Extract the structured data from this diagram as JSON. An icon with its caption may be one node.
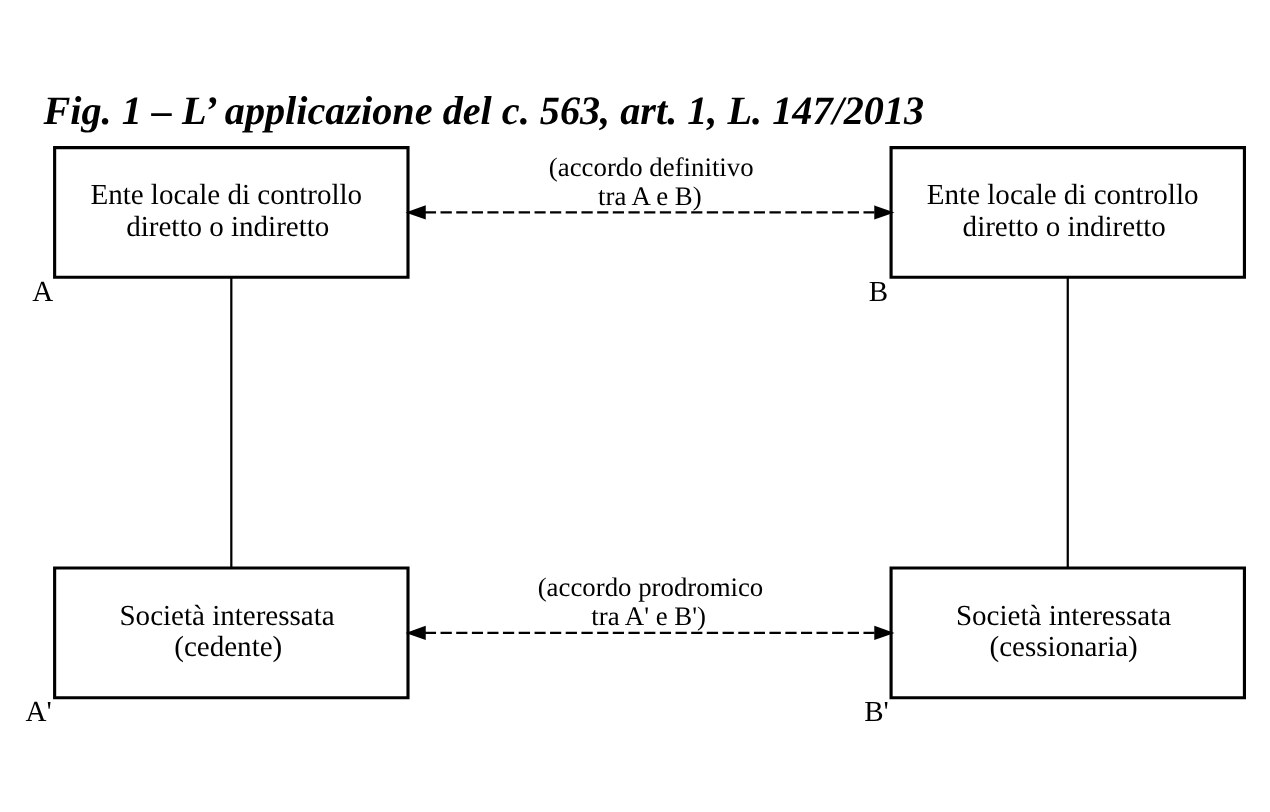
{
  "diagram": {
    "title": "Fig. 1 – L’ applicazione del c. 563, art. 1, L. 147/2013",
    "nodes": [
      {
        "text": [
          "Ente locale di controllo diretto o indiretto"
        ],
        "beside": [
          "A"
        ]
      },
      {
        "text": [
          "Ente locale di controllo diretto o indiretto"
        ],
        "beside": [
          "B"
        ]
      },
      {
        "text": [
          "Società interessata (cedente)"
        ],
        "beside": [
          "A'"
        ]
      },
      {
        "text": [
          "Società interessata (cessionaria)"
        ],
        "beside": [
          "B'"
        ]
      }
    ],
    "edges": [
      {
        "from": 0,
        "to": 1,
        "arrow": "both",
        "style": "dashed",
        "label": "(accordo definitivo tra A e B)"
      },
      {
        "from": 0,
        "to": 2,
        "arrow": "none"
      },
      {
        "from": 1,
        "to": 3,
        "arrow": "none"
      },
      {
        "from": 2,
        "to": 3,
        "arrow": "both",
        "style": "dashed",
        "label": "(accordo prodromico tra A' e B')"
      }
    ]
  }
}
